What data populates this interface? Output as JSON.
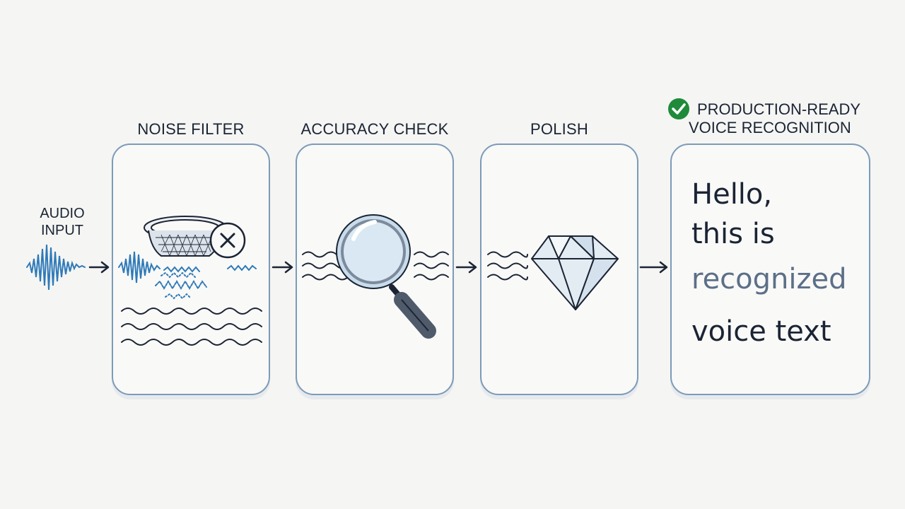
{
  "input": {
    "label_line1": "AUDIO",
    "label_line2": "INPUT"
  },
  "stages": [
    {
      "title": "NOISE FILTER",
      "icon": "strainer-icon"
    },
    {
      "title": "ACCURACY CHECK",
      "icon": "magnifier-icon"
    },
    {
      "title": "POLISH",
      "icon": "diamond-icon"
    }
  ],
  "output": {
    "title_line1": "PRODUCTION-READY",
    "title_line2": "VOICE RECOGNITION",
    "text_lines": [
      "Hello,",
      "this is",
      "recognized",
      "voice text"
    ]
  },
  "colors": {
    "wave_blue": "#2f7ab8",
    "ink": "#1b2434",
    "box_border": "#7c9bb8",
    "check_green": "#1f8a3a"
  }
}
